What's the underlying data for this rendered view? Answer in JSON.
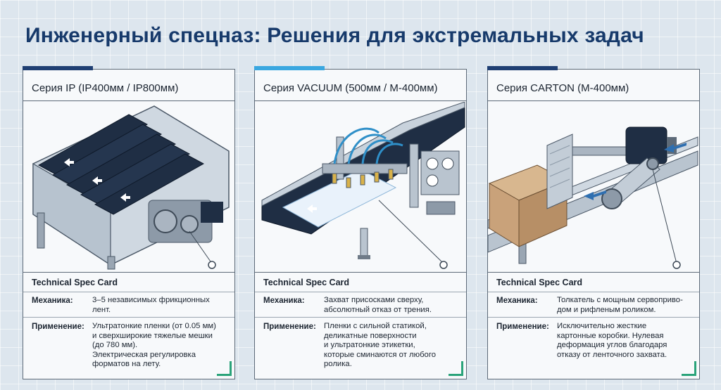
{
  "title": "Инженерный спецназ: Решения для экстремальных задач",
  "cards": [
    {
      "series": "Серия IP (IP400мм / IP800мм)",
      "spec_card": "Technical Spec Card",
      "rows": [
        {
          "label": "Механика:",
          "value": "3–5 независимых фрикционных\nлент."
        },
        {
          "label": "Применение:",
          "value": "Ультратонкие пленки (от 0.05 мм)\nи сверхширокие тяжелые мешки\n(до 780 мм).\nЭлектрическая регулировка\nформатов на лету."
        }
      ]
    },
    {
      "series": "Серия VACUUM (500мм / M-400мм)",
      "spec_card": "Technical Spec Card",
      "rows": [
        {
          "label": "Механика:",
          "value": "Захват присосками сверху,\nабсолютный отказ от трения."
        },
        {
          "label": "Применение:",
          "value": "Пленки с сильной статикой,\nделикатные поверхности\nи ультратонкие этикетки,\nкоторые сминаются от любого\nролика."
        }
      ]
    },
    {
      "series": "Серия CARTON (M-400мм)",
      "spec_card": "Technical Spec Card",
      "rows": [
        {
          "label": "Механика:",
          "value": "Толкатель с мощным сервоприво-\nдом и рифленым роликом."
        },
        {
          "label": "Применение:",
          "value": "Исключительно жесткие\nкартонные коробки. Нулевая\nдеформация углов благодаря\nотказу от ленточного захвата."
        }
      ]
    }
  ],
  "colors": {
    "title": "#173a6b",
    "accent_dark": "#1f3f73",
    "accent_light": "#3aa7e0",
    "corner_green": "#2aa37a",
    "box_cardboard": "#c9a27a"
  }
}
